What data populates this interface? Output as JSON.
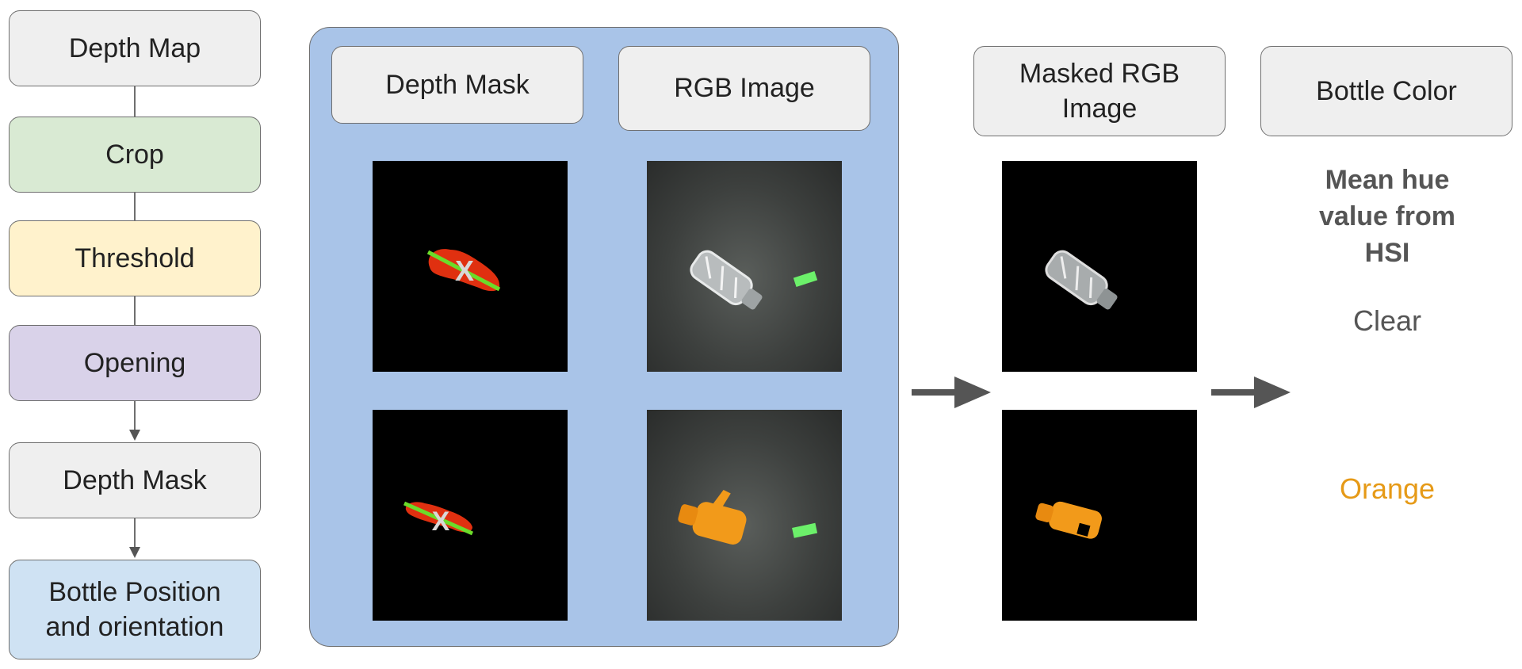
{
  "pipeline": {
    "steps": [
      {
        "label": "Depth Map"
      },
      {
        "label": "Crop"
      },
      {
        "label": "Threshold"
      },
      {
        "label": "Opening"
      },
      {
        "label": "Depth Mask"
      },
      {
        "label": "Bottle Position and orientation"
      }
    ]
  },
  "panel": {
    "depth_mask_header": "Depth Mask",
    "rgb_image_header": "RGB Image",
    "depth_mask_marker": "X"
  },
  "masked": {
    "header": "Masked RGB Image"
  },
  "bottle_color": {
    "header": "Bottle Color",
    "description": "Mean hue value from HSI",
    "results": [
      {
        "label": "Clear",
        "color": "#555555"
      },
      {
        "label": "Orange",
        "color": "#e69a17"
      }
    ]
  },
  "colors": {
    "mask_red": "#e03010",
    "mask_line": "#6bdc2a",
    "bottle_orange": "#f29a1a",
    "label_green": "#6cf06a"
  }
}
